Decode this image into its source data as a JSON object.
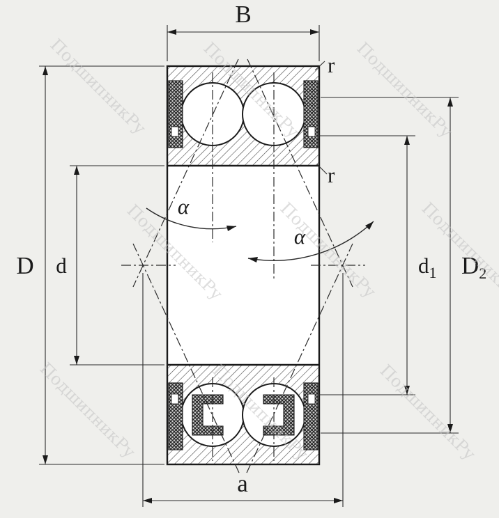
{
  "drawing": {
    "watermark_text": "ПодшипникРу",
    "labels": {
      "width": "B",
      "radius_outer": "r",
      "radius_inner": "r",
      "angle_left": "α",
      "angle_right": "α",
      "outer_diameter": "D",
      "bore_diameter": "d",
      "shoulder_inner_main": "d",
      "shoulder_inner_sub": "1",
      "shoulder_outer_main": "D",
      "shoulder_outer_sub": "2",
      "pressure_centers": "a"
    },
    "colors": {
      "background": "#efefec",
      "line": "#1a1a1a",
      "watermark": "#c3c3c3"
    }
  }
}
